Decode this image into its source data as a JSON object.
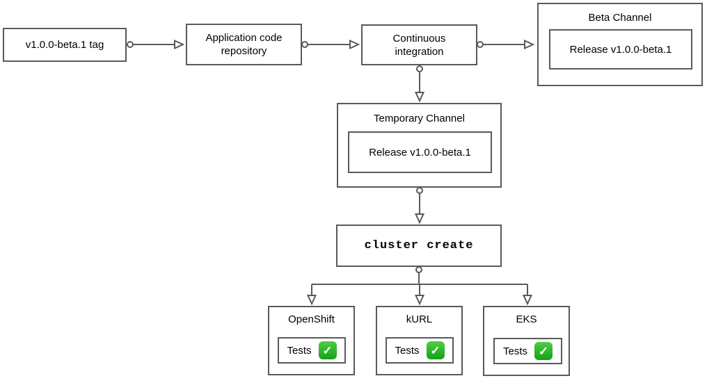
{
  "diagram": {
    "colors": {
      "stroke": "#595959",
      "text": "#000000",
      "background": "#ffffff",
      "check_green": "#2cb52c"
    },
    "nodes": {
      "tag": {
        "label": "v1.0.0-beta.1 tag"
      },
      "repo": {
        "label": "Application code\nrepository"
      },
      "ci": {
        "label": "Continuous\nintegration"
      },
      "beta_channel": {
        "title": "Beta Channel",
        "release": "Release v1.0.0-beta.1"
      },
      "temp_channel": {
        "title": "Temporary Channel",
        "release": "Release v1.0.0-beta.1"
      },
      "cluster_create": {
        "label": "cluster create"
      },
      "openshift": {
        "title": "OpenShift",
        "tests_label": "Tests"
      },
      "kurl": {
        "title": "kURL",
        "tests_label": "Tests"
      },
      "eks": {
        "title": "EKS",
        "tests_label": "Tests"
      }
    },
    "icons": {
      "check": "✓"
    }
  }
}
